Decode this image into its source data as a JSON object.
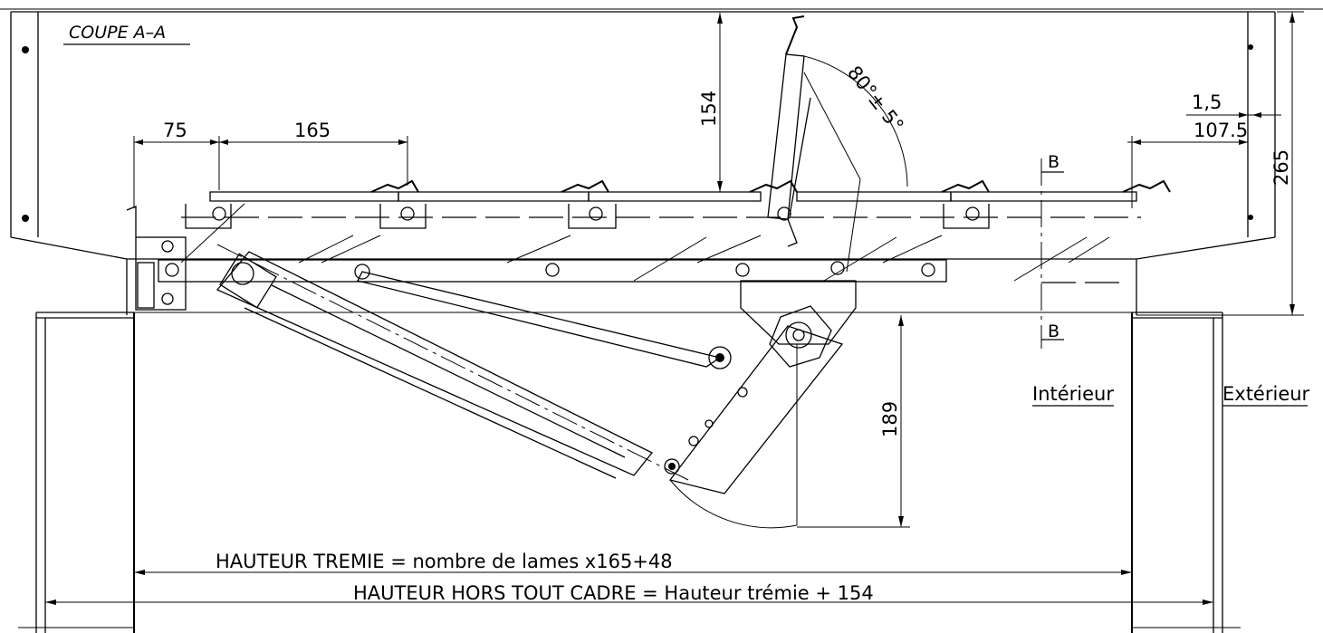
{
  "section_title": "COUPE A–A",
  "dimensions": {
    "d75": "75",
    "d165": "165",
    "d154": "154",
    "angle": "80°± 5°",
    "d1_5": "1,5",
    "d107_5": "107.5",
    "d265": "265",
    "d189": "189"
  },
  "section_marks": {
    "top": "B",
    "bottom": "B"
  },
  "labels": {
    "interior": "Intérieur",
    "exterior": "Extérieur"
  },
  "formulas": {
    "hauteur_tremie": "HAUTEUR  TREMIE  =  nombre  de  lames  x165+48",
    "hauteur_hors_tout": "HAUTEUR  HORS  TOUT  CADRE  =  Hauteur  trémie  +  154"
  },
  "colors": {
    "line": "#000000",
    "background": "#ffffff"
  }
}
